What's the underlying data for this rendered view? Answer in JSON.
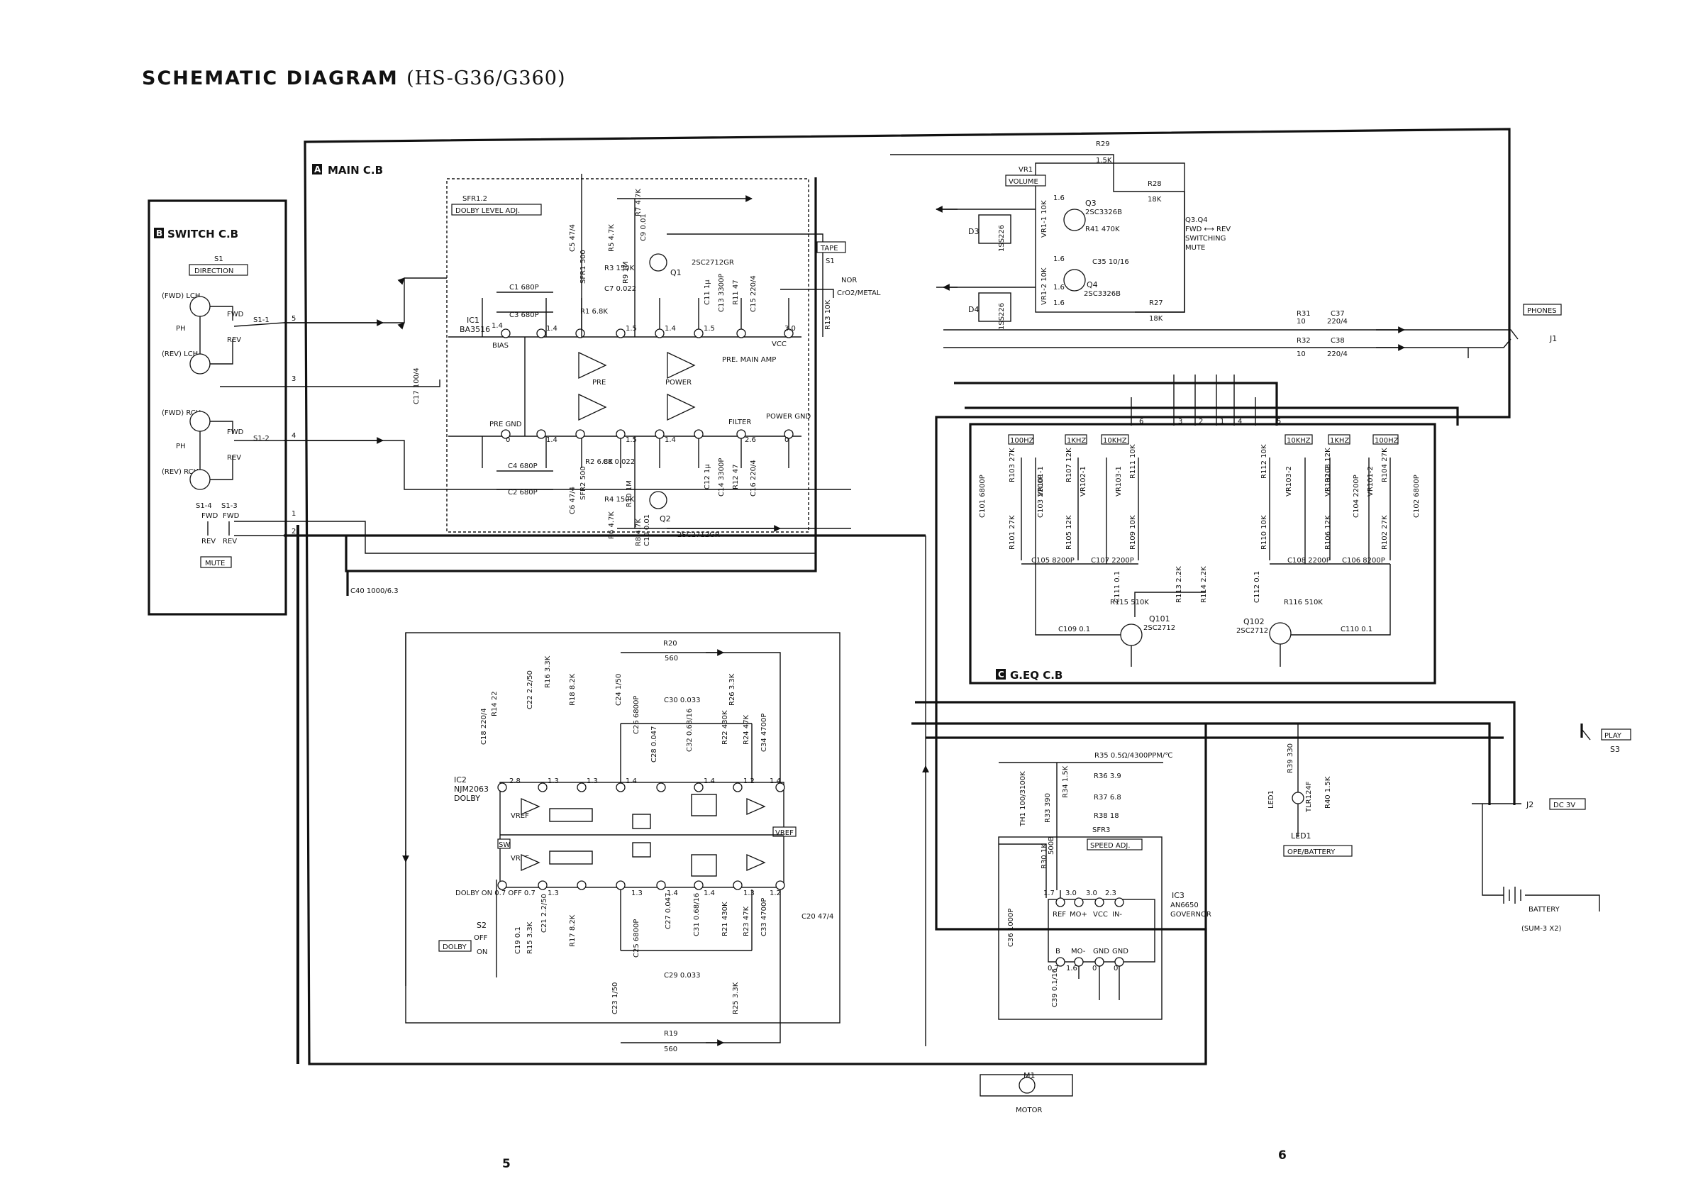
{
  "title": "SCHEMATIC DIAGRAM",
  "model": "(HS-G36/G360)",
  "boards": {
    "main": {
      "badge": "A",
      "label": "MAIN C.B"
    },
    "switch": {
      "badge": "B",
      "label": "SWITCH C.B"
    },
    "geq": {
      "badge": "C",
      "label": "G.EQ C.B"
    }
  },
  "switch_cb": {
    "s1": "S1",
    "direction": "DIRECTION",
    "fwd_lch": "(FWD) LCH",
    "rev_lch": "(REV) LCH",
    "fwd_rch": "(FWD) RCH",
    "rev_rch": "(REV) RCH",
    "ph": "PH",
    "fwd": "FWD",
    "rev": "REV",
    "s1_1": "S1-1",
    "s1_2": "S1-2",
    "s1_4": "S1-4",
    "s1_3": "S1-3",
    "mute": "MUTE",
    "pins": [
      "5",
      "3",
      "4",
      "1",
      "2"
    ]
  },
  "main_cb": {
    "sfr12": "SFR1.2",
    "dolby_level": "DOLBY LEVEL ADJ.",
    "ic1": "IC1",
    "ic1_part": "BA3516",
    "bias": "BIAS",
    "pre_gnd": "PRE GND",
    "pre": "PRE",
    "power": "POWER",
    "pre_main_amp": "PRE. MAIN AMP",
    "filter": "FILTER",
    "power_gnd": "POWER GND",
    "vcc": "VCC",
    "q1": "Q1",
    "q2": "Q2",
    "q1_part": "2SC2712GR",
    "q2_part": "2SC2712GR",
    "tape": "TAPE",
    "s1": "S1",
    "nor": "NOR",
    "cro2_metal": "CrO2/METAL",
    "c1": "C1 680P",
    "c3": "C3 680P",
    "c4": "C4 680P",
    "c2": "C2 680P",
    "r3": "R3 150K",
    "c7": "C7 0.022",
    "r1": "R1 6.8K",
    "r2": "R2 6.8K",
    "c8": "C8 0.022",
    "r4": "R4 150K",
    "c17": "C17 100/4",
    "c5": "C5 47/4",
    "c6": "C6 47/4",
    "sfr1": "SFR1 500",
    "sfr2": "SFR2 500",
    "r7": "R7 4.7K",
    "r5": "R5 4.7K",
    "r9": "R9 1M",
    "c9": "C9 0.01",
    "r10": "R10 1M",
    "r6": "R6 4.7K",
    "r8": "R8 4.7K",
    "c10": "C10 0.01",
    "c11": "C11 1μ",
    "c13": "C13 3300P",
    "r11": "R11 47",
    "c15": "C15 220/4",
    "c12": "C12 1μ",
    "c14": "C14 3300P",
    "r12": "R12 47",
    "c16": "C16 220/4",
    "r13": "R13 10K",
    "c40": "C40 1000/6.3",
    "pin_volts": [
      "1.4",
      "1.4",
      "1.5",
      "1.4",
      "1.5",
      "3.0",
      "1.4",
      "1.5",
      "1.4",
      "2.6",
      "0",
      "0"
    ]
  },
  "volume": {
    "vr1": "VR1",
    "volume": "VOLUME",
    "vr1_1": "VR1-1 10K",
    "vr1_2": "VR1-2 10K",
    "q3": "Q3",
    "q3_part": "2SC3326B",
    "q4": "Q4",
    "q4_part": "2SC3326B",
    "r41": "R41 470K",
    "c35": "C35 10/16",
    "d3": "D3",
    "d4": "D4",
    "diode_part": "1SS226",
    "r29": "R29",
    "r29_val": "1.5K",
    "r28": "R28",
    "r28_val": "18K",
    "r27": "R27",
    "r27_val": "18K",
    "q3q4": "Q3.Q4",
    "fwd_rev": "FWD ⟷ REV",
    "switching": "SWITCHING",
    "mute": "MUTE",
    "v16": "1.6"
  },
  "output": {
    "r31": "R31",
    "r31_val": "10",
    "r32": "R32",
    "r32_val": "10",
    "c37": "C37",
    "c37_val": "220/4",
    "c38": "C38",
    "c38_val": "220/4",
    "phones": "PHONES",
    "j1": "J1"
  },
  "geq": {
    "bands_left": [
      "100HZ",
      "1KHZ",
      "10KHZ"
    ],
    "bands_right": [
      "10KHZ",
      "1KHZ",
      "100HZ"
    ],
    "r103": "R103 27K",
    "r107": "R107 12K",
    "r111": "R111 10K",
    "r101": "R101 27K",
    "r105": "R105 12K",
    "r109": "R109 10K",
    "r112": "R112 10K",
    "r108": "R108 12K",
    "r104": "R104 27K",
    "r110": "R110 10K",
    "r106": "R106 12K",
    "r102": "R102 27K",
    "c101": "C101 6800P",
    "c103": "C103 2200P",
    "c104": "C104 2200P",
    "c102": "C102 6800P",
    "vr101_1": "VR101-1",
    "vr102_1": "VR102-1",
    "vr103_1": "VR103-1",
    "vr103_2": "VR103-2",
    "vr102_2": "VR102-2",
    "vr101_2": "VR101-2",
    "c105": "C105 8200P",
    "c107": "C107 2200P",
    "c108": "C108 2200P",
    "c106": "C106 8200P",
    "c111": "C111 0.1",
    "c112": "C112 0.1",
    "r113": "R113 2.2K",
    "r114": "R114 2.2K",
    "r115": "R115 510K",
    "r116": "R116 510K",
    "c109": "C109 0.1",
    "c110": "C110 0.1",
    "q101": "Q101",
    "q101_part": "2SC2712",
    "q102": "Q102",
    "q102_part": "2SC2712",
    "pins": [
      "6",
      "3",
      "2",
      "1",
      "4",
      "5"
    ]
  },
  "dolby": {
    "ic2": "IC2",
    "ic2_part": "NJM2063",
    "ic2_name": "DOLBY",
    "vref": "VREF",
    "sw": "SW",
    "r20": "R20",
    "r20_val": "560",
    "r19": "R19",
    "r19_val": "560",
    "c22": "C22 2.2/50",
    "r16": "R16 3.3K",
    "r18": "R18 8.2K",
    "c24": "C24 1/50",
    "r26": "R26 3.3K",
    "c26": "C26 6800P",
    "c30": "C30 0.033",
    "c28": "C28 0.047",
    "c32": "C32 0.68/16",
    "r22": "R22 430K",
    "r24": "R24 47K",
    "c34": "C34 4700P",
    "c18": "C18 220/4",
    "r14": "R14 22",
    "c19": "C19 0.1",
    "r15": "R15 3.3K",
    "c21": "C21 2.2/50",
    "r17": "R17 8.2K",
    "c25": "C25 6800P",
    "c27": "C27 0.047",
    "c31": "C31 0.68/16",
    "r21": "R21 430K",
    "r23": "R23 47K",
    "c33": "C33 4700P",
    "c29": "C29 0.033",
    "c23": "C23 1/50",
    "r25": "R25 3.3K",
    "c20": "C20 47/4",
    "dolby_on_off": "DOLBY ON 0.7 OFF 0.7",
    "s2": "S2",
    "dolby": "DOLBY",
    "on": "ON",
    "off": "OFF",
    "v_top": [
      "2.8",
      "1.3",
      "1.3",
      "1.4",
      "1.4",
      "1.2",
      "1.4"
    ],
    "v_bot": [
      "1.3",
      "1.3",
      "1.4",
      "1.4",
      "1.3",
      "1.2"
    ]
  },
  "governor": {
    "r35": "R35 0.5Ω/4300PPM/℃",
    "r34": "R34 1.5K",
    "r36": "R36 3.9",
    "r37": "R37 6.8",
    "r38": "R38 18",
    "th1": "TH1 100/3100K",
    "r33": "R33 390",
    "sfr3": "SFR3",
    "sfr3_val": "500B",
    "speed_adj": "SPEED ADJ.",
    "r30": "R30 1K",
    "c36": "C36 1000P",
    "c39": "C39 0.1/16",
    "ic3": "IC3",
    "ic3_part": "AN6650",
    "ic3_name": "GOVERNOR",
    "pins_top": [
      "REF",
      "MO+",
      "VCC",
      "IN-"
    ],
    "pins_bot": [
      "B",
      "MO-",
      "GND",
      "GND"
    ],
    "volts_top": [
      "1.7",
      "3.0",
      "3.0",
      "2.3"
    ],
    "volts_bot": [
      "0.7",
      "1.6",
      "0",
      "0"
    ],
    "m1": "M1",
    "motor": "MOTOR"
  },
  "power": {
    "r39": "R39 330",
    "r40": "R40 1.5K",
    "led1": "LED1",
    "led1_part": "TLR124F",
    "ope_battery": "OPE/BATTERY",
    "play": "PLAY",
    "s3": "S3",
    "j2": "J2",
    "dc3v": "DC 3V",
    "battery": "BATTERY",
    "battery_spec": "(SUM-3 X2)"
  },
  "pages": {
    "left": "5",
    "right": "6"
  }
}
